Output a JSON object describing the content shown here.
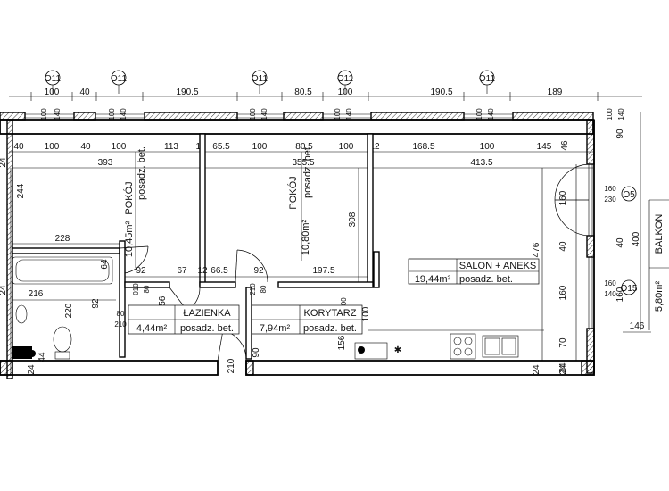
{
  "axis_markers": [
    "O11",
    "O11",
    "O11",
    "O11",
    "O11"
  ],
  "side_markers": [
    "O5",
    "O15"
  ],
  "dimensions": {
    "top_outer": [
      "100",
      "40",
      "190.5",
      "80.5",
      "100",
      "190.5",
      "189"
    ],
    "top_window": [
      "100",
      "140",
      "100",
      "140",
      "100",
      "140",
      "100",
      "140",
      "100",
      "140",
      "100",
      "140"
    ],
    "top_inner": [
      "40",
      "100",
      "40",
      "100",
      "113",
      "12",
      "65.5",
      "100",
      "80.5",
      "100",
      "12",
      "168.5",
      "100",
      "145",
      "46"
    ],
    "room_spans": [
      "393",
      "355.5",
      "413.5"
    ],
    "left": [
      "24",
      "244",
      "24",
      "216"
    ],
    "pokoj1_width": "228",
    "mid_row": [
      "64",
      "92",
      "67",
      "12",
      "66.5",
      "92",
      "197.5"
    ],
    "mid_small": [
      "010",
      "80",
      "210",
      "80",
      "200"
    ],
    "pokoj2_height": "308",
    "salon_height": "476",
    "right_inner": [
      "160",
      "40",
      "160",
      "70",
      "24"
    ],
    "right_outer": [
      "90",
      "400",
      "146"
    ],
    "right_window": [
      "160",
      "230",
      "160",
      "140"
    ],
    "bath_dims": [
      "220",
      "92",
      "80",
      "210",
      "156"
    ],
    "bottom": [
      "24",
      "44",
      "210",
      "90",
      "100",
      "156",
      "24",
      "24"
    ]
  },
  "rooms": {
    "pokoj1": {
      "name": "POKÓJ",
      "area": "10,45m²",
      "floor": "posadz. bet."
    },
    "pokoj2": {
      "name": "POKÓJ",
      "area": "10,80m²",
      "floor": "posadz. bet."
    },
    "salon": {
      "name": "SALON + ANEKS",
      "area": "19,44m²",
      "floor": "posadz. bet."
    },
    "lazienka": {
      "name": "ŁAZIENKA",
      "area": "4,44m²",
      "floor": "posadz. bet."
    },
    "korytarz": {
      "name": "KORYTARZ",
      "area": "7,94m²",
      "floor": "posadz. bet."
    },
    "balkon": {
      "name": "BALKON",
      "area": "5,80m²"
    }
  }
}
